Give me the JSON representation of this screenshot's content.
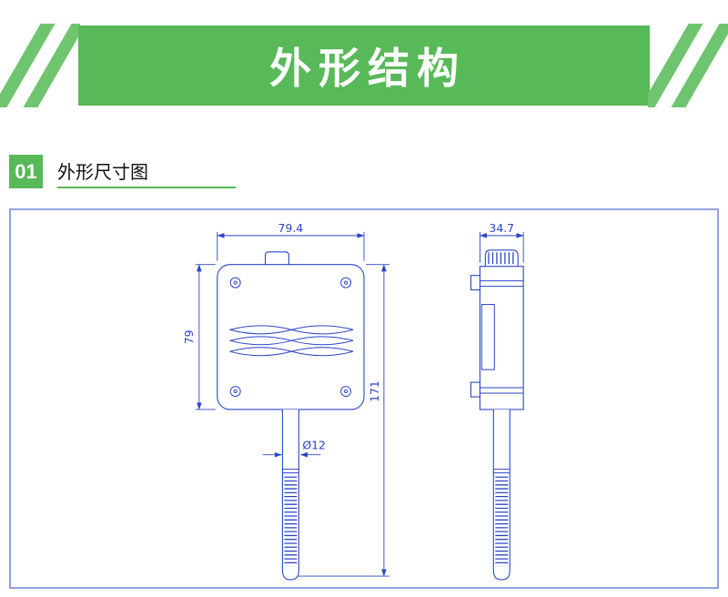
{
  "header": {
    "title": "外形结构",
    "banner_color": "#57B957",
    "stripe_color": "#6FC56F"
  },
  "section": {
    "number": "01",
    "title": "外形尺寸图",
    "accent_color": "#57B957"
  },
  "diagram": {
    "line_color": "#2B46C9",
    "border_color": "#93A2DF",
    "front_view": {
      "width_label": "79.4",
      "height_label": "79",
      "total_height_label": "171",
      "probe_diameter_label": "Ø12"
    },
    "side_view": {
      "width_label": "34.7"
    }
  }
}
